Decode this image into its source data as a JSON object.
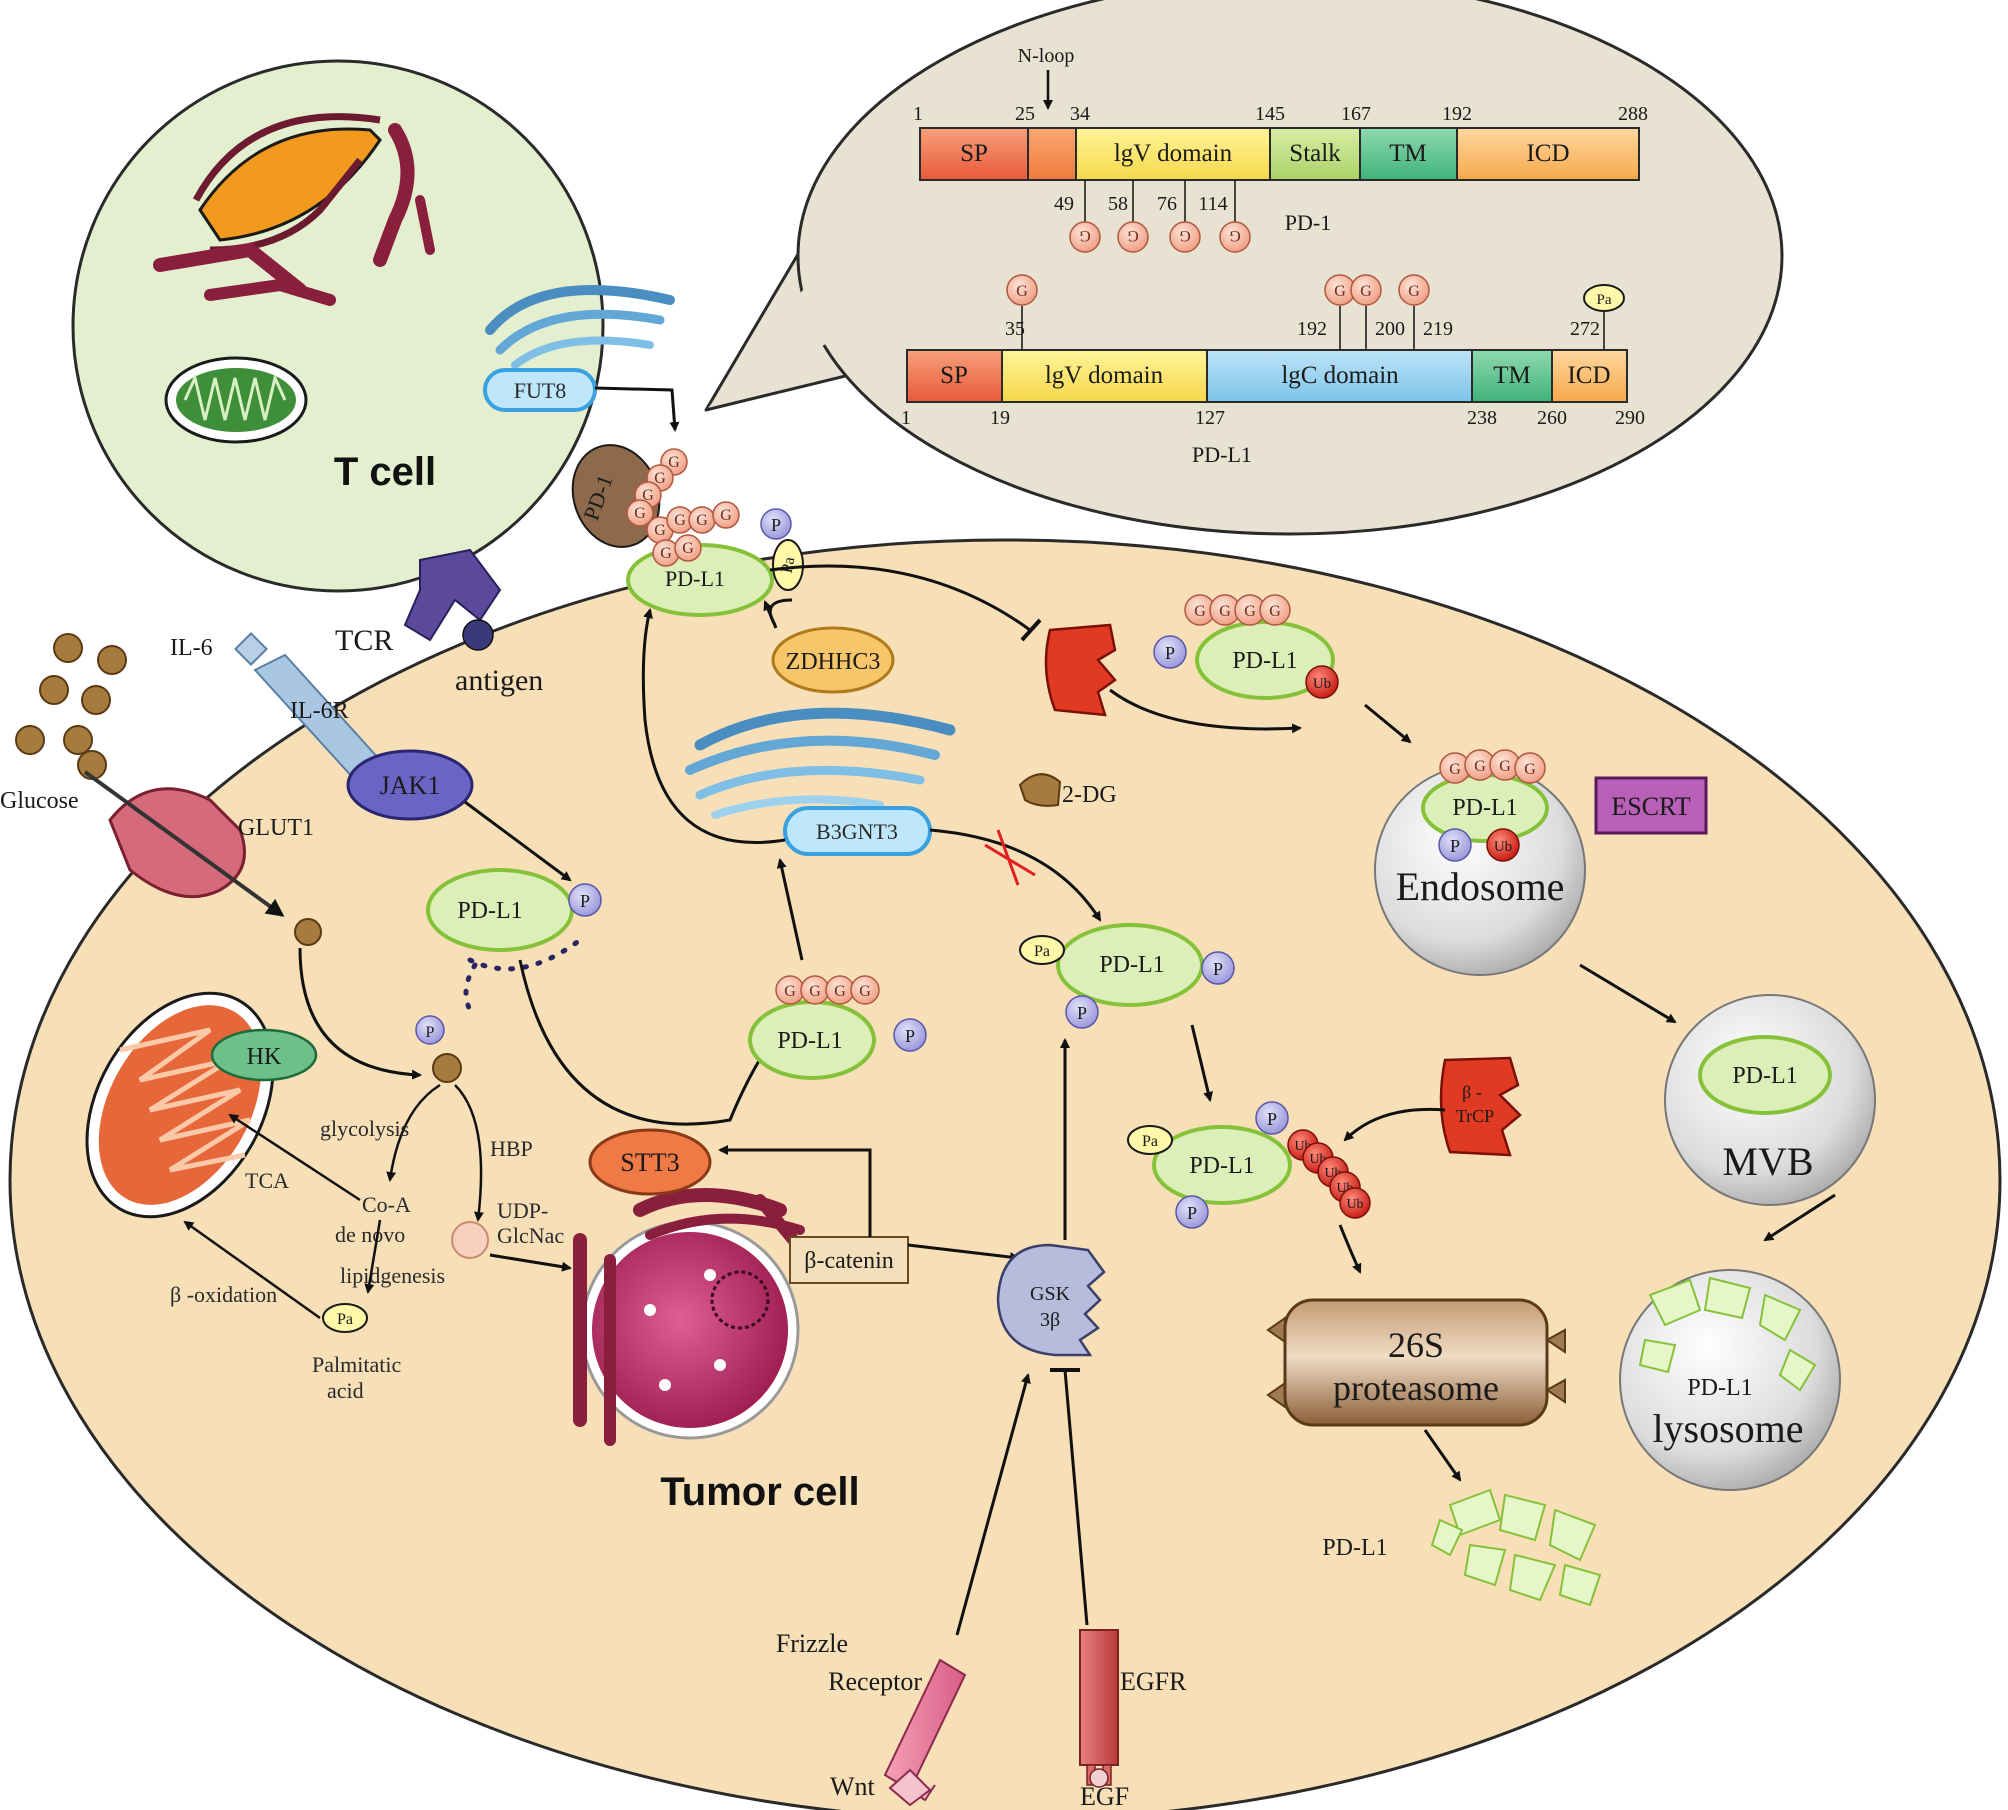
{
  "cells": {
    "t_cell": "T cell",
    "tumor_cell": "Tumor cell"
  },
  "pd1_map": {
    "n_loop": "N-loop",
    "positions": [
      "1",
      "25",
      "34",
      "145",
      "167",
      "192",
      "288"
    ],
    "domains": [
      "SP",
      "",
      "lgV domain",
      "Stalk",
      "TM",
      "ICD"
    ],
    "glyco_sites": [
      "49",
      "58",
      "76",
      "114"
    ],
    "name": "PD-1"
  },
  "pdl1_map": {
    "positions": [
      "1",
      "19",
      "127",
      "238",
      "260",
      "290"
    ],
    "domains": [
      "SP",
      "lgV domain",
      "lgC domain",
      "TM",
      "ICD"
    ],
    "glyco_sites": [
      "35",
      "192",
      "200",
      "219"
    ],
    "palm_site": "272",
    "name": "PD-L1"
  },
  "markers": {
    "g": "G",
    "p": "P",
    "pa": "Pa",
    "ub": "Ub"
  },
  "labels": {
    "pd1": "PD-1",
    "pdl1": "PD-L1",
    "tcr": "TCR",
    "antigen": "antigen",
    "fut8": "FUT8",
    "il6": "IL-6",
    "il6r": "IL-6R",
    "jak1": "JAK1",
    "glucose": "Glucose",
    "glut1": "GLUT1",
    "hk": "HK",
    "glycolysis": "glycolysis",
    "hbp": "HBP",
    "tca": "TCA",
    "coa": "Co-A",
    "lipid_1": "de novo",
    "lipid_2": "lipidgenesis",
    "udp_1": "UDP-",
    "udp_2": "GlcNac",
    "beta_ox": "β -oxidation",
    "palm_1": "Palmitatic",
    "palm_2": "acid",
    "zdhhc3": "ZDHHC3",
    "b3gnt3": "B3GNT3",
    "stt3": "STT3",
    "beta_catenin": "β-catenin",
    "gsk_1": "GSK",
    "gsk_2": "3β",
    "two_dg": "2-DG",
    "escrt": "ESCRT",
    "endosome": "Endosome",
    "mvb": "MVB",
    "lysosome": "lysosome",
    "btrcp_1": "β -",
    "btrcp_2": "TrCP",
    "proteasome_1": "26S",
    "proteasome_2": "proteasome",
    "frizzle_1": "Frizzle",
    "frizzle_2": "Receptor",
    "wnt": "Wnt",
    "egfr": "EGFR",
    "egf": "EGF"
  },
  "colors": {
    "t_cell_fill": "#e4efcf",
    "tumor_fill": "#f7dfb8",
    "bubble_fill": "#e8e2d2",
    "pdl1_fill": "#dcefb8",
    "pdl1_stroke": "#86c13a",
    "glyco_fill": "#f6c8b3",
    "phospho_fill": "#b9b6e6",
    "ub_fill": "#e0261c"
  }
}
